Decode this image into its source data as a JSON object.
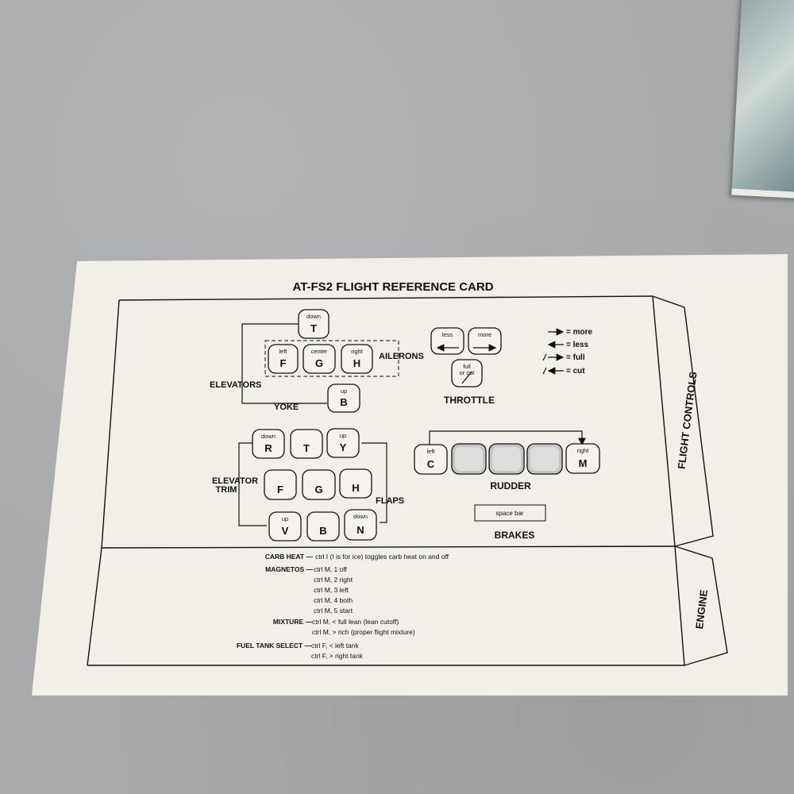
{
  "card": {
    "title": "AT-FS2 FLIGHT REFERENCE CARD",
    "tabs": {
      "flight_controls": "FLIGHT CONTROLS",
      "engine": "ENGINE"
    }
  },
  "yoke": {
    "label": "YOKE",
    "elevators_label": "ELEVATORS",
    "ailerons_label": "AILERONS",
    "keys": [
      {
        "top": "down",
        "key": "T"
      },
      {
        "top": "left",
        "key": "F"
      },
      {
        "top": "center",
        "key": "G"
      },
      {
        "top": "right",
        "key": "H"
      },
      {
        "top": "up",
        "key": "B"
      }
    ]
  },
  "throttle": {
    "label": "THROTTLE",
    "keys": [
      {
        "top": "less"
      },
      {
        "top": "more"
      },
      {
        "top": "full",
        "top2": "or cut"
      }
    ],
    "legend": [
      "= more",
      "= less",
      "= full",
      "= cut"
    ]
  },
  "elevator_trim": {
    "label_line1": "ELEVATOR",
    "label_line2": "TRIM",
    "flaps_label": "FLAPS",
    "keys": [
      {
        "top": "down",
        "key": "R"
      },
      {
        "top": "",
        "key": "T"
      },
      {
        "top": "up",
        "key": "Y"
      },
      {
        "top": "",
        "key": "F"
      },
      {
        "top": "",
        "key": "G"
      },
      {
        "top": "",
        "key": "H"
      },
      {
        "top": "up",
        "key": "V"
      },
      {
        "top": "",
        "key": "B"
      },
      {
        "top": "down",
        "key": "N"
      }
    ]
  },
  "rudder": {
    "label": "RUDDER",
    "keys": [
      {
        "top": "left",
        "key": "C"
      },
      {
        "top": "right",
        "key": "M"
      }
    ]
  },
  "brakes": {
    "label": "BRAKES",
    "key": "space bar"
  },
  "engine": {
    "carb_heat": {
      "label": "CARB HEAT —",
      "text": "ctrl I (I is for ice) toggles carb heat on and off"
    },
    "magnetos": {
      "label": "MAGNETOS —",
      "lines": [
        "ctrl M, 1 off",
        "ctrl M, 2 right",
        "ctrl M, 3 left",
        "ctrl M, 4 both",
        "ctrl M, 5 start"
      ]
    },
    "mixture": {
      "label": "MIXTURE —",
      "lines": [
        "ctrl M, < full lean (lean cutoff)",
        "ctrl M, > rich (proper flight mixture)"
      ]
    },
    "fuel_tank_select": {
      "label": "FUEL TANK SELECT —",
      "lines": [
        "ctrl F, < left tank",
        "ctrl F, > right tank"
      ]
    }
  }
}
